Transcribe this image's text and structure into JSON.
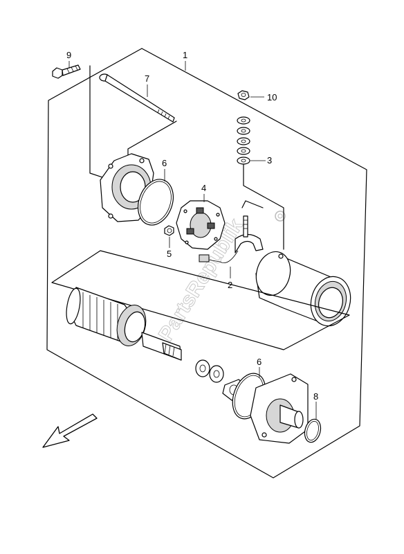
{
  "callouts": [
    {
      "id": "1",
      "label": "1"
    },
    {
      "id": "2",
      "label": "2"
    },
    {
      "id": "3",
      "label": "3"
    },
    {
      "id": "4",
      "label": "4"
    },
    {
      "id": "5",
      "label": "5"
    },
    {
      "id": "6a",
      "label": "6"
    },
    {
      "id": "6b",
      "label": "6"
    },
    {
      "id": "7",
      "label": "7"
    },
    {
      "id": "8",
      "label": "8"
    },
    {
      "id": "9",
      "label": "9"
    },
    {
      "id": "10",
      "label": "10"
    }
  ],
  "watermark": "PartsRepublik",
  "colors": {
    "line": "#000000",
    "background": "#ffffff",
    "watermark": "#c8c8c8"
  }
}
